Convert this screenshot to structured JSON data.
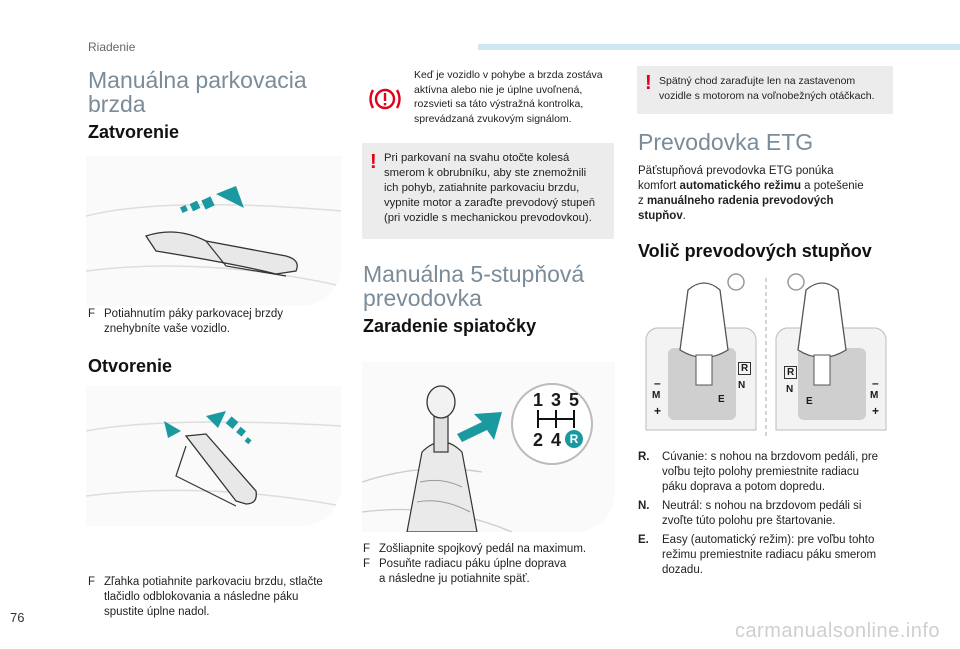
{
  "header": {
    "section": "Riadenie"
  },
  "left": {
    "title_l1": "Manuálna parkovacia",
    "title_l2": "brzda",
    "close": {
      "heading": "Zatvorenie",
      "bullet_symbol": "F",
      "b1_l1": "Potiahnutím páky parkovacej brzdy",
      "b1_l2": "znehybníte vaše vozidlo."
    },
    "open": {
      "heading": "Otvorenie",
      "bullet_symbol": "F",
      "b1_l1": "Zľahka potiahnite parkovaciu brzdu, stlačte",
      "b1_l2": "tlačidlo odblokovania a následne páku",
      "b1_l3": "spustite úplne nadol."
    }
  },
  "middle": {
    "alert": {
      "l1": "Keď je vozidlo v pohybe a brzda zostáva",
      "l2": "aktívna alebo nie je úplne uvoľnená,",
      "l3": "rozsvieti sa táto výstražná kontrolka,",
      "l4": "sprevádzaná zvukovým signálom."
    },
    "warning": {
      "symbol": "!",
      "l1": "Pri parkovaní na svahu otočte kolesá",
      "l2": "smerom k obrubníku, aby ste znemožnili",
      "l3": "ich pohyb, zatiahnite parkovaciu brzdu,",
      "l4": "vypnite motor a zaraďte prevodový stupeň",
      "l5": "(pri vozidle s mechanickou prevodovkou)."
    },
    "title_l1": "Manuálna 5-stupňová",
    "title_l2": "prevodovka",
    "reverse_heading": "Zaradenie spiatočky",
    "gears": {
      "g1": "1",
      "g3": "3",
      "g5": "5",
      "g2": "2",
      "g4": "4",
      "gR": "R"
    },
    "bullet_symbol": "F",
    "b1": "Zošliapnite spojkový pedál na maximum.",
    "b2_l1": "Posuňte radiacu páku úplne doprava",
    "b2_l2": "a následne ju potiahnite späť."
  },
  "right": {
    "warning": {
      "symbol": "!",
      "l1": "Spätný chod zaraďujte len na zastavenom",
      "l2": "vozidle s motorom na voľnobežných otáčkach."
    },
    "title": "Prevodovka ETG",
    "intro_l1": "Päťstupňová prevodovka ETG ponúka",
    "intro_l2a": "komfort ",
    "intro_l2b": "automatického režimu",
    "intro_l2c": " a potešenie",
    "intro_l3a": "z ",
    "intro_l3b": "manuálneho radenia prevodových",
    "intro_l4a": "stupňov",
    "intro_l4b": ".",
    "selector_heading": "Volič prevodových stupňov",
    "selector": {
      "R": "R",
      "N": "N",
      "E": "E",
      "M": "M",
      "minus": "–",
      "plus": "+"
    },
    "defs": [
      {
        "key": "R.",
        "l1": "Cúvanie: s nohou na brzdovom pedáli, pre",
        "l2": "voľbu tejto polohy premiestnite radiacu",
        "l3": "páku doprava a potom dopredu."
      },
      {
        "key": "N.",
        "l1": "Neutrál: s nohou na brzdovom pedáli si",
        "l2": "zvoľte túto polohu pre štartovanie.",
        "l3": ""
      },
      {
        "key": "E.",
        "l1": "Easy (automatický režim): pre voľbu tohto",
        "l2": "režimu premiestnite radiacu páku smerom",
        "l3": "dozadu."
      }
    ]
  },
  "footer": {
    "page": "76",
    "watermark": "carmanualsonline.info"
  }
}
